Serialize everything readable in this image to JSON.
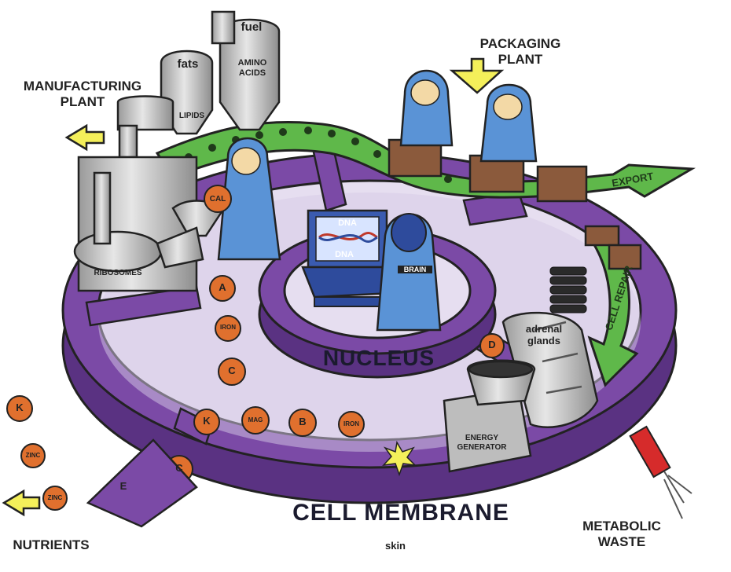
{
  "labels": {
    "manufacturing_plant": "MANUFACTURING PLANT",
    "packaging_plant": "PACKAGING PLANT",
    "fats": "fats",
    "fuel": "fuel",
    "amino_acids": "AMINO ACIDS",
    "lipids": "LIPIDS",
    "ribosomes": "RIBOSOMES",
    "export": "EXPORT",
    "cell_repair": "CELL REPAIR",
    "dna_top": "DNA",
    "dna_bottom": "DNA",
    "brain": "BRAIN",
    "nucleus": "NUCLEUS",
    "adrenal_glands": "adrenal glands",
    "energy_generator": "ENERGY GENERATOR",
    "cell_membrane": "CELL MEMBRANE",
    "skin": "skin",
    "nutrients": "NUTRIENTS",
    "metabolic_waste": "METABOLIC WASTE"
  },
  "nutrient_balls": [
    "CAL",
    "A",
    "IRON",
    "C",
    "K",
    "MAG",
    "B",
    "IRON",
    "E",
    "C",
    "D",
    "K",
    "ZINC",
    "ZINC"
  ],
  "colors": {
    "membrane": "#7b4aa6",
    "membrane_light": "#c7b2dc",
    "membrane_dark": "#4b2a6e",
    "conveyor": "#5fb84a",
    "worker": "#5a93d6",
    "nutrient": "#e0702e",
    "box": "#8b5a3c",
    "arrow_yellow": "#f4ef5a"
  }
}
